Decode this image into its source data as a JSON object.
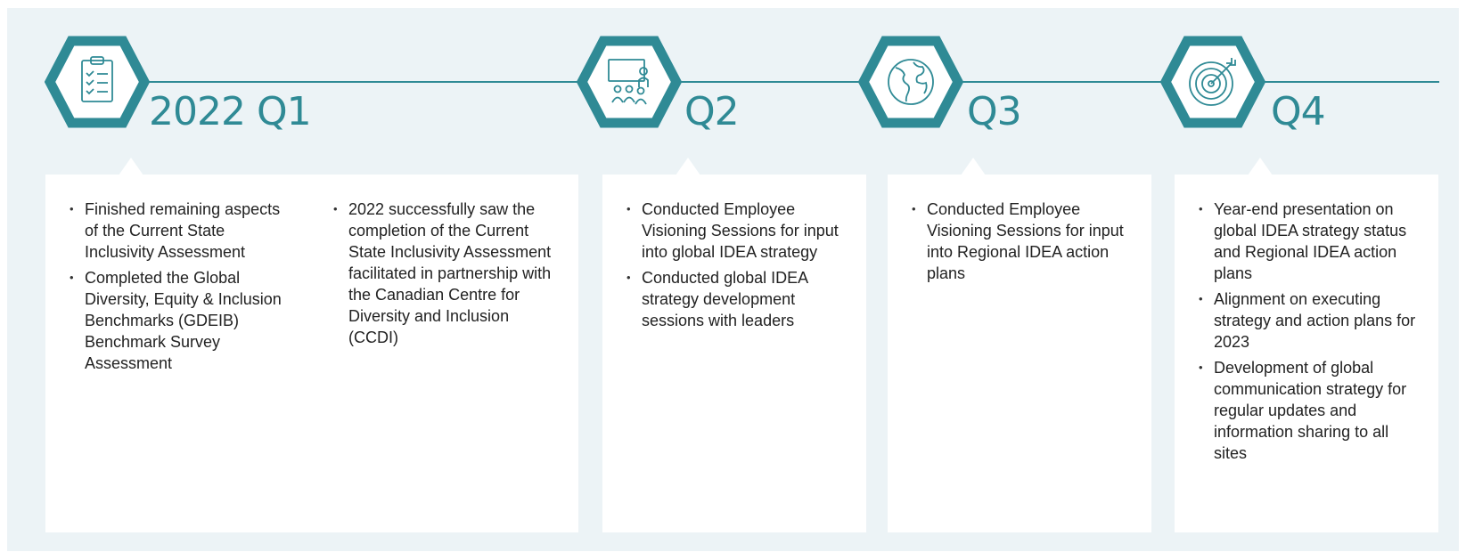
{
  "colors": {
    "accent": "#2f8a95",
    "panel": "#ecf3f6",
    "card": "#ffffff",
    "text": "#222222"
  },
  "milestones": [
    {
      "label": "2022 Q1",
      "icon": "clipboard-checklist-icon",
      "columns": [
        [
          "Finished remaining aspects of the Current State Inclusivity Assessment",
          "Completed the Global Diversity, Equity & Inclusion Benchmarks (GDEIB) Benchmark Survey Assessment"
        ],
        [
          "2022 successfully saw the completion of the Current State Inclusivity Assessment facilitated in partnership with the Canadian Centre for Diversity and Inclusion (CCDI)"
        ]
      ]
    },
    {
      "label": "Q2",
      "icon": "presentation-audience-icon",
      "columns": [
        [
          "Conducted Employee Visioning Sessions for input into global IDEA strategy",
          "Conducted global IDEA strategy development sessions with leaders"
        ]
      ]
    },
    {
      "label": "Q3",
      "icon": "globe-icon",
      "columns": [
        [
          "Conducted Employee Visioning Sessions for input into Regional IDEA action plans"
        ]
      ]
    },
    {
      "label": "Q4",
      "icon": "target-arrow-icon",
      "columns": [
        [
          "Year-end presentation on global IDEA strategy status and Regional IDEA action plans",
          "Alignment on executing strategy and action plans for 2023",
          "Development of global communication strategy for regular updates and information sharing to all sites"
        ]
      ]
    }
  ]
}
